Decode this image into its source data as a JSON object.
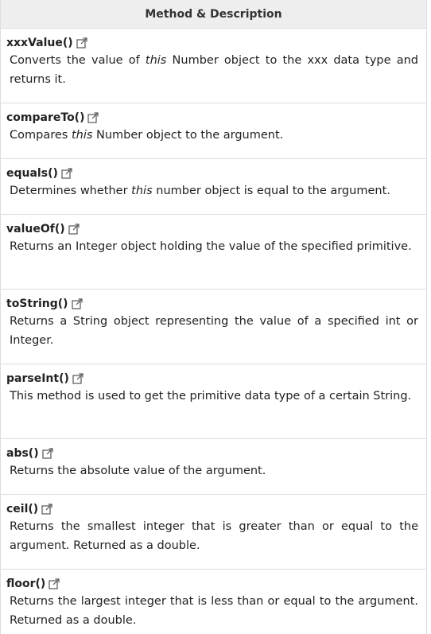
{
  "header": {
    "title": "Method & Description"
  },
  "rows": [
    {
      "name": "xxxValue()",
      "parts": [
        "Converts the value of ",
        "this",
        " Number object to the xxx data type and returns it."
      ]
    },
    {
      "name": "compareTo()",
      "parts": [
        "Compares ",
        "this",
        " Number object to the argument."
      ]
    },
    {
      "name": "equals()",
      "parts": [
        "Determines whether ",
        "this",
        " number object is equal to the argument."
      ]
    },
    {
      "name": "valueOf()",
      "parts": [
        "Returns an Integer object holding the value of the specified primitive.",
        "",
        ""
      ]
    },
    {
      "name": "toString()",
      "parts": [
        "Returns a String object representing the value of a specified int or Integer.",
        "",
        ""
      ]
    },
    {
      "name": "parseInt()",
      "parts": [
        "This method is used to get the primitive data type of a certain String.",
        "",
        ""
      ]
    },
    {
      "name": "abs()",
      "parts": [
        "Returns the absolute value of the argument.",
        "",
        ""
      ]
    },
    {
      "name": "ceil()",
      "parts": [
        "Returns the smallest integer that is greater than or equal to the argument. Returned as a double.",
        "",
        ""
      ]
    },
    {
      "name": "floor()",
      "parts": [
        "Returns the largest integer that is less than or equal to the argument. Returned as a double.",
        "",
        ""
      ]
    }
  ],
  "icons": {
    "external_link": "external-link-icon"
  }
}
